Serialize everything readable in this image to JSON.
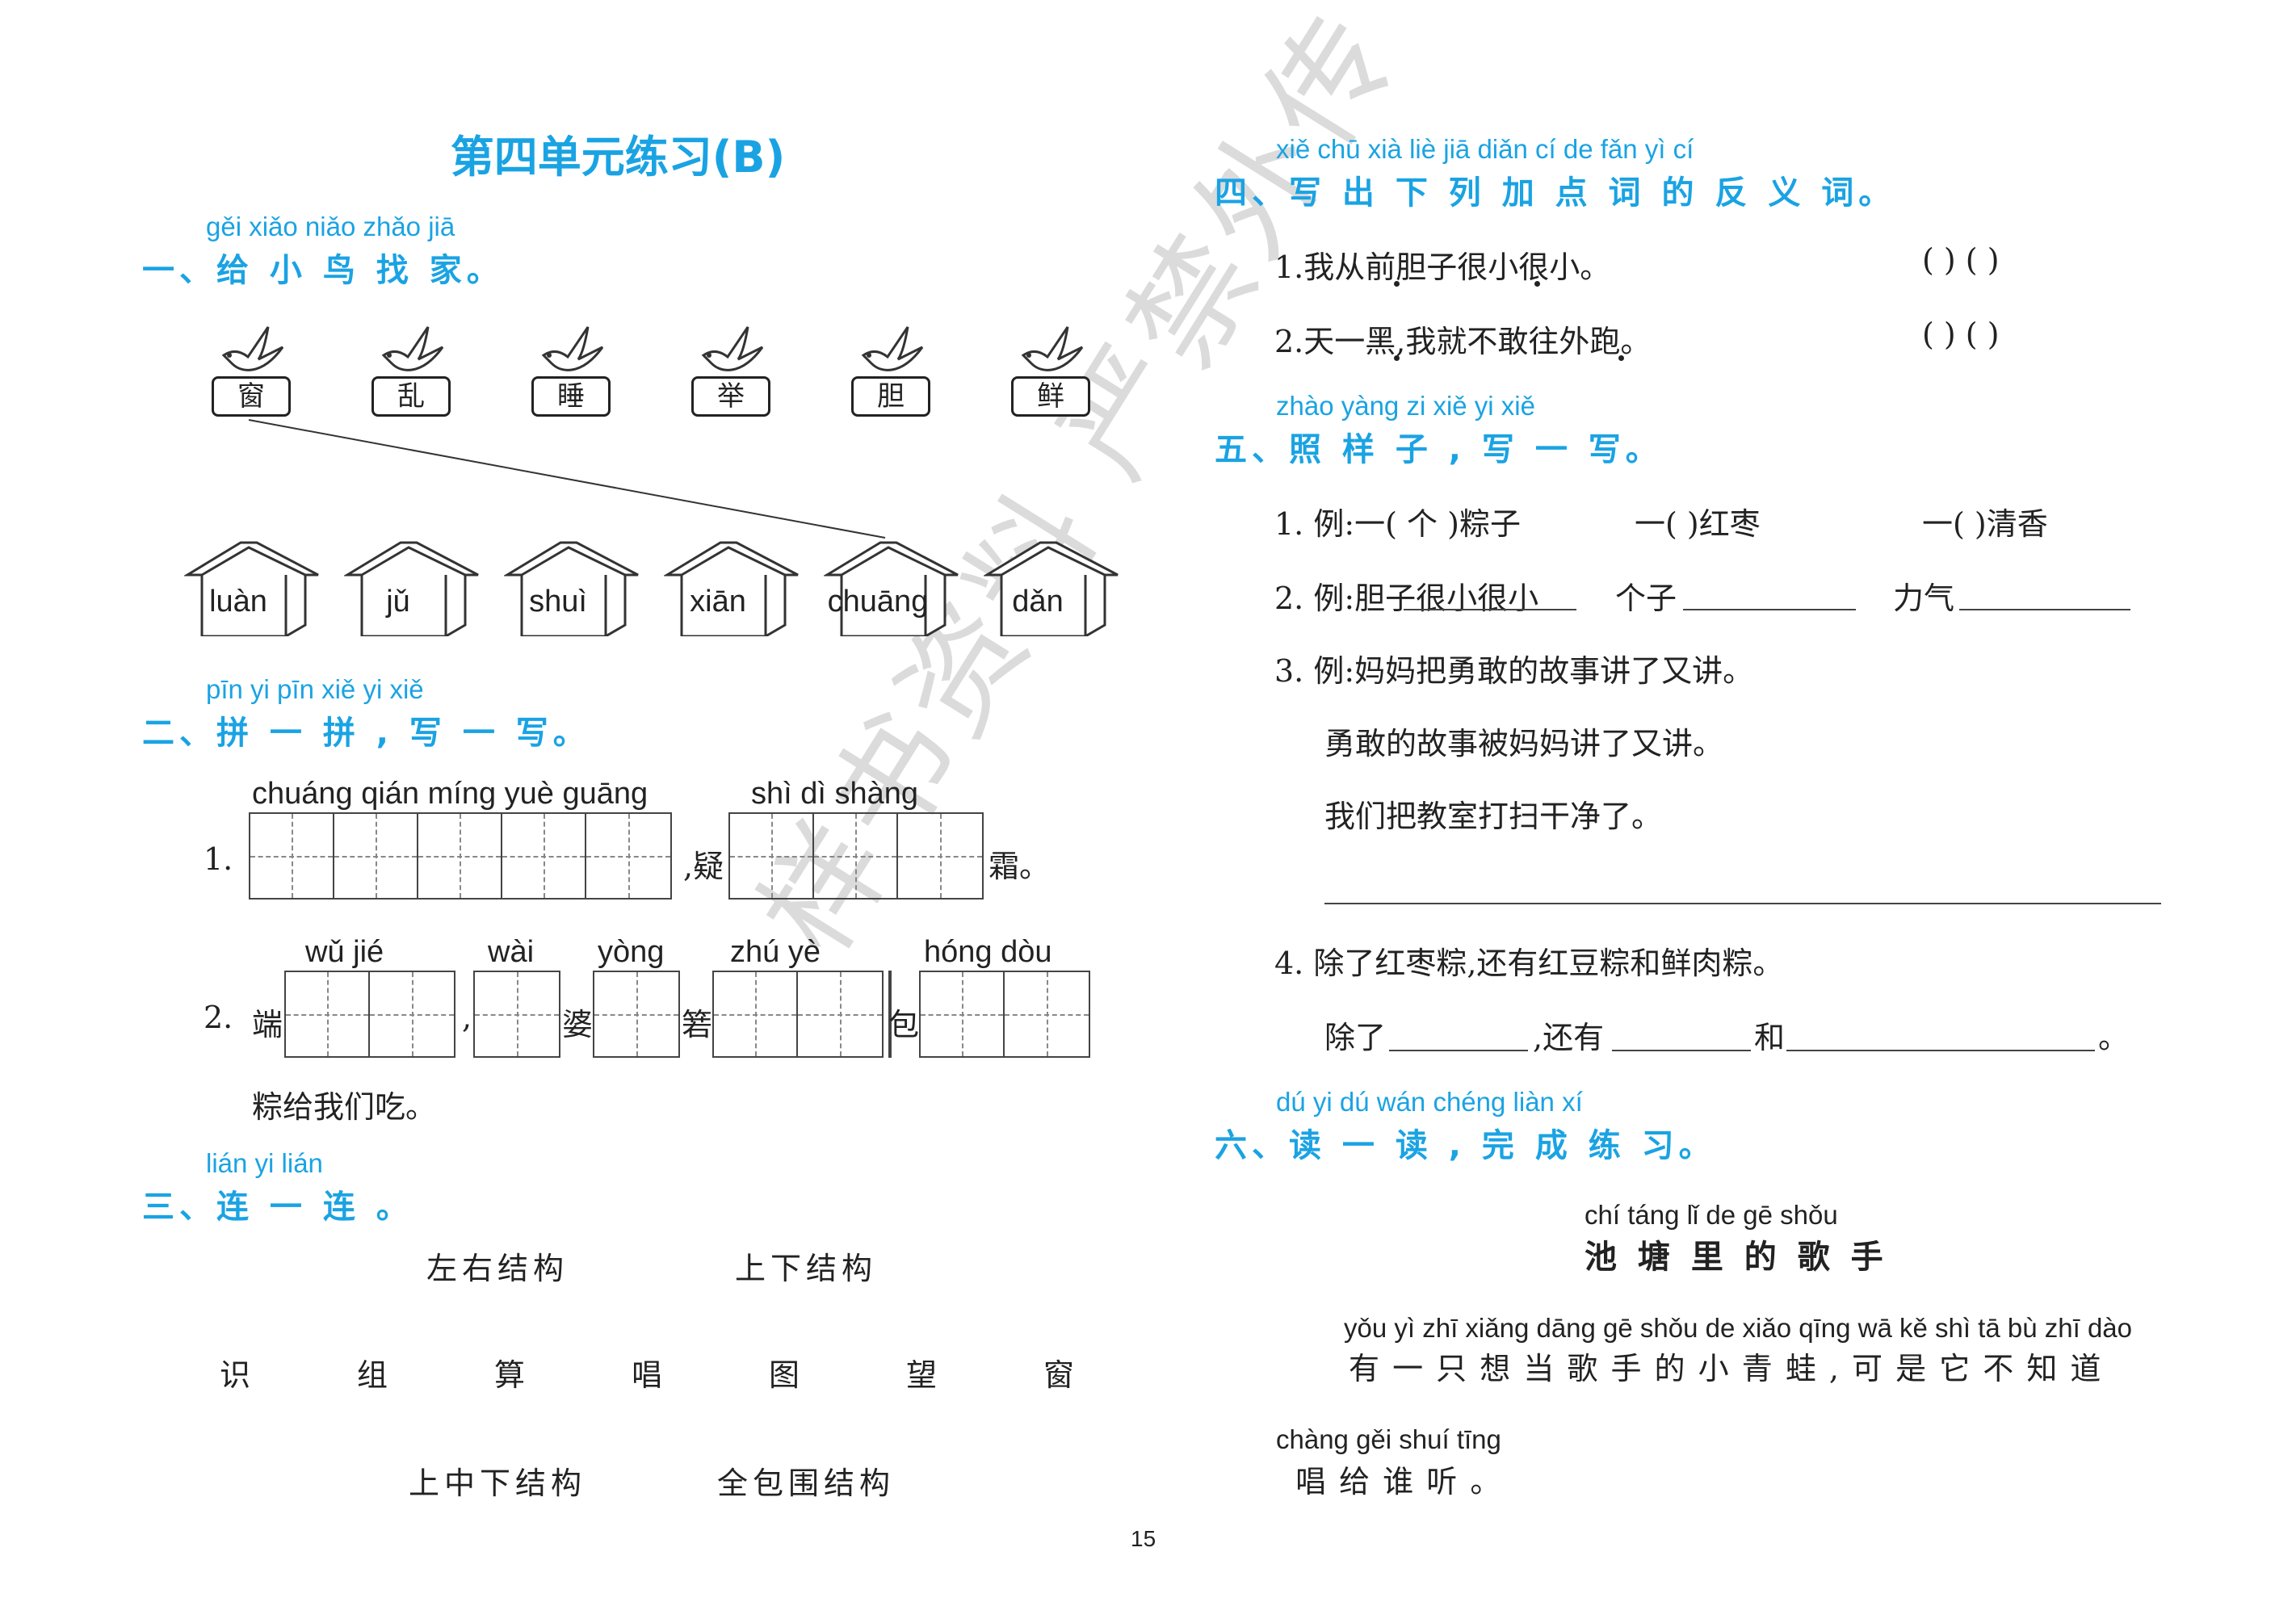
{
  "title": "第四单元练习(B)",
  "page_number": "15",
  "watermark": "样书资料 严禁外传",
  "section1": {
    "pinyin": "gěi xiǎo niǎo zhǎo jiā",
    "heading": "一、给 小 鸟 找 家。",
    "birds": [
      "窗",
      "乱",
      "睡",
      "举",
      "胆",
      "鲜"
    ],
    "houses": [
      "luàn",
      "jǔ",
      "shuì",
      "xiān",
      "chuāng",
      "dǎn"
    ]
  },
  "section2": {
    "pinyin": "pīn yi pīn  xiě yi xiě",
    "heading": "二、拼 一 拼 , 写 一 写。",
    "q1": {
      "num": "1.",
      "pinyin_a": "chuáng qián míng  yuè guāng",
      "sep": ",疑",
      "pinyin_b": "shì   dì  shàng",
      "end": "霜。"
    },
    "q2": {
      "num": "2.",
      "start": "端",
      "pinyin_a": "wǔ   jié",
      "comma": ",",
      "pinyin_b": "wài",
      "mid1": "婆",
      "pinyin_c": "yòng",
      "mid2": "箬",
      "pinyin_d": "zhú   yè",
      "pinyin_e": "hóng  dòu",
      "mid3": "包",
      "tail": "粽给我们吃。"
    }
  },
  "section3": {
    "pinyin": "lián yi lián",
    "heading": "三、连 一 连 。",
    "top_labels": [
      "左右结构",
      "上下结构"
    ],
    "chars": [
      "识",
      "组",
      "算",
      "唱",
      "图",
      "望",
      "窗"
    ],
    "bottom_labels": [
      "上中下结构",
      "全包围结构"
    ]
  },
  "section4": {
    "pinyin": "xiě chū xià liè jiā diǎn cí de fǎn yì  cí",
    "heading": "四、写 出 下 列 加 点 词 的 反 义 词。",
    "items": [
      "1.我从前胆子很小很小。",
      "2.天一黑,我就不敢往外跑。"
    ],
    "answer_blank": "(      )  (      )"
  },
  "section5": {
    "pinyin": "zhào yàng zi   xiě yi xiě",
    "heading": "五、照  样 子 , 写 一 写。",
    "q1": "1. 例:一( 个 )粽子",
    "q1_b": "一(     )红枣",
    "q1_c": "一(     )清香",
    "q2": "2. 例:胆子很小很小",
    "q2_b": "个子",
    "q2_c": "力气",
    "q3": "3. 例:妈妈把勇敢的故事讲了又讲。",
    "q3_ans": "勇敢的故事被妈妈讲了又讲。",
    "q3_task": "我们把教室打扫干净了。",
    "q4": "4. 除了红枣粽,还有红豆粽和鲜肉粽。",
    "q4_a": "除了",
    "q4_b": ",还有",
    "q4_c": "和",
    "q4_d": "。"
  },
  "section6": {
    "pinyin": "dú yi dú   wán chéng liàn xí",
    "heading": "六、读 一 读 , 完   成   练  习。",
    "story_title_pinyin": "chí táng  lǐ  de gē shǒu",
    "story_title": "池 塘 里 的 歌 手",
    "line1_pinyin": "yǒu yì  zhī xiǎng dāng gē shǒu de xiǎo qīng wā   kě shì tā bù zhī dào",
    "line1": "有 一 只  想   当  歌  手  的  小  青  蛙 , 可 是 它 不 知 道",
    "line2_pinyin": "chàng gěi shuí tīng",
    "line2": "唱  给  谁  听 。"
  }
}
